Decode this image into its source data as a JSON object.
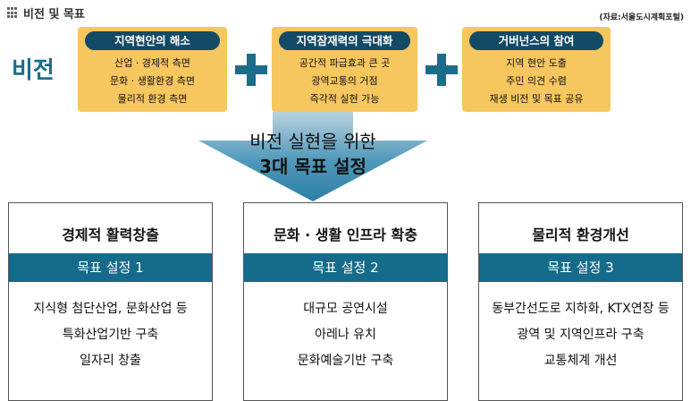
{
  "header": {
    "title": "비전 및 목표",
    "icon": "grid-dots-icon"
  },
  "source": "(자료:서울도시계획포털)",
  "vision_label": "비전",
  "cards": [
    {
      "title": "지역현안의 해소",
      "lines": [
        "산업 · 경제적 측면",
        "문화 · 생활환경 측면",
        "물리적 환경 측면"
      ]
    },
    {
      "title": "지역잠재력의 극대화",
      "lines": [
        "공간적 파급효과 큰 곳",
        "광역교통의 거점",
        "즉각적 실현 가능"
      ]
    },
    {
      "title": "거버넌스의 참여",
      "lines": [
        "지역 현안 도출",
        "주민 의견 수렴",
        "재생 비전 및 목표 공유"
      ]
    }
  ],
  "arrow": {
    "line1": "비전 실현을 위한",
    "line2": "3대 목표 설정"
  },
  "goals": [
    {
      "title": "경제적 활력창출",
      "band": "목표 설정 1",
      "items": [
        "지식형 첨단산업, 문화산업 등",
        "특화산업기반 구축",
        "일자리 창출"
      ]
    },
    {
      "title": "문화 · 생활 인프라 확충",
      "band": "목표 설정 2",
      "items": [
        "대규모 공연시설",
        "아레나 유치",
        "문화예술기반 구축"
      ]
    },
    {
      "title": "물리적 환경개선",
      "band": "목표 설정 3",
      "items": [
        "동부간선도로 지하화, KTX연장 등",
        "광역 및 지역인프라 구축",
        "교통체계 개선"
      ]
    }
  ],
  "colors": {
    "accent": "#1b6d8a",
    "card": "#f6c65f",
    "pill": "#134a66",
    "band": "#156b8a",
    "arrow": "#3a8fb3"
  }
}
